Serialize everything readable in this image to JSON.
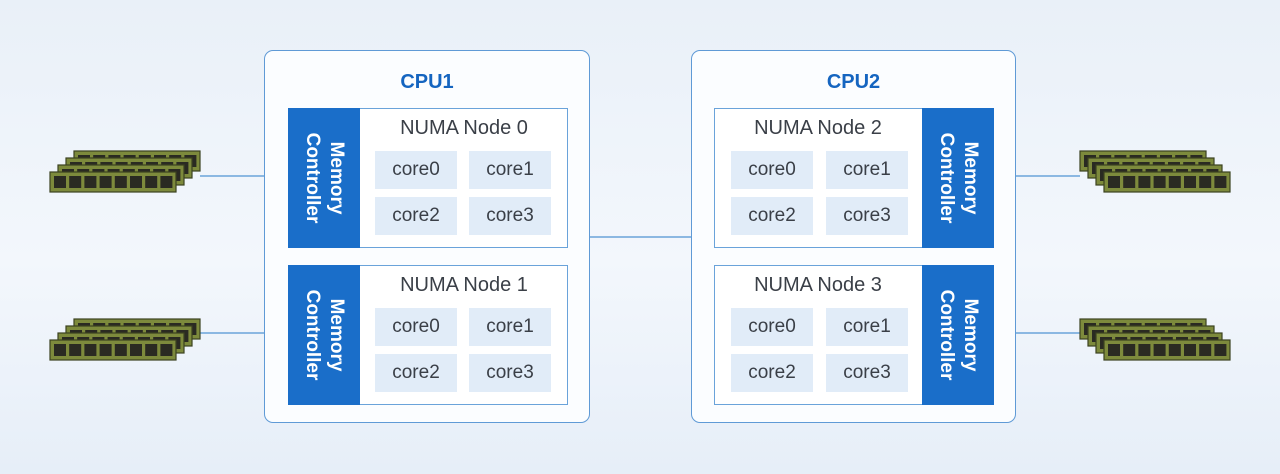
{
  "cpus": [
    {
      "title": "CPU1",
      "nodes": [
        {
          "title": "NUMA Node 0",
          "controller": "Memory\nController",
          "cores": [
            "core0",
            "core1",
            "core2",
            "core3"
          ]
        },
        {
          "title": "NUMA Node 1",
          "controller": "Memory\nController",
          "cores": [
            "core0",
            "core1",
            "core2",
            "core3"
          ]
        }
      ]
    },
    {
      "title": "CPU2",
      "nodes": [
        {
          "title": "NUMA Node 2",
          "controller": "Memory\nController",
          "cores": [
            "core0",
            "core1",
            "core2",
            "core3"
          ]
        },
        {
          "title": "NUMA Node 3",
          "controller": "Memory\nController",
          "cores": [
            "core0",
            "core1",
            "core2",
            "core3"
          ]
        }
      ]
    }
  ],
  "colors": {
    "controller": "#1a6ec9",
    "cpu_title": "#1565c0",
    "core_fill": "#e1ecf8",
    "border": "#5f9ad6",
    "ram_chip": "#2a2a22",
    "ram_board": "#7d8a3c"
  },
  "icons": {
    "memory_module": "ram-stick-icon"
  }
}
